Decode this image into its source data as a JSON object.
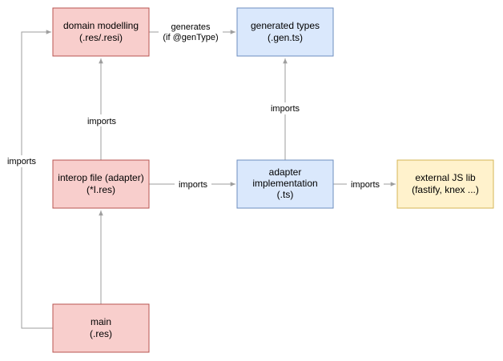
{
  "colors": {
    "red_fill": "#f8cecc",
    "red_stroke": "#b85450",
    "blue_fill": "#dae8fc",
    "blue_stroke": "#6c8ebf",
    "yellow_fill": "#fff2cc",
    "yellow_stroke": "#d6b656",
    "edge": "#9e9e9e"
  },
  "nodes": {
    "domain": {
      "line1": "domain modelling",
      "line2": "(.res/.resi)"
    },
    "gentypes": {
      "line1": "generated types",
      "line2": "(.gen.ts)"
    },
    "interop": {
      "line1": "interop file (adapter)",
      "line2": "(*I.res)"
    },
    "adapter": {
      "line1": "adapter",
      "line2": "implementation",
      "line3": "(.ts)"
    },
    "external": {
      "line1": "external JS lib",
      "line2": "(fastify, knex ...)"
    },
    "main": {
      "line1": "main",
      "line2": "(.res)"
    }
  },
  "edges": {
    "generates": {
      "line1": "generates",
      "line2": "(if @genType)"
    },
    "interop_to_domain": "imports",
    "adapter_to_gentypes": "imports",
    "interop_to_adapter": "imports",
    "adapter_to_external": "imports",
    "main_to_domain": "imports"
  }
}
